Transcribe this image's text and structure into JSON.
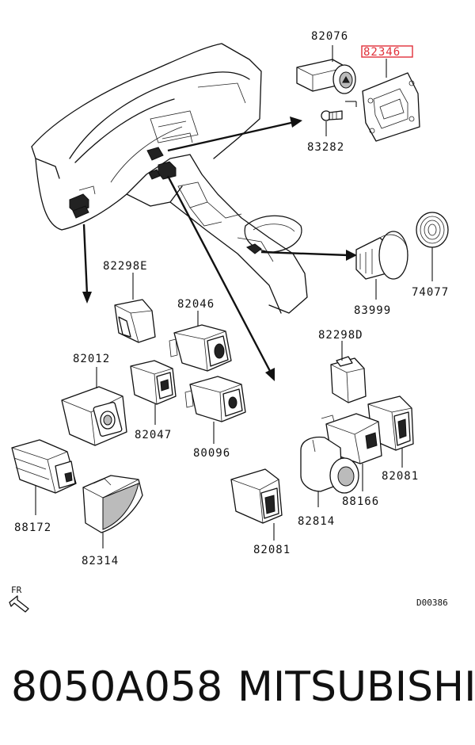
{
  "diagram": {
    "labels": {
      "p82076": "82076",
      "p82346": "82346",
      "p83282": "83282",
      "p82298E": "82298E",
      "p82046": "82046",
      "p82012": "82012",
      "p82047": "82047",
      "p80096": "80096",
      "p83999": "83999",
      "p74077": "74077",
      "p82298D": "82298D",
      "p82081a": "82081",
      "p88166": "88166",
      "p82814": "82814",
      "p82081b": "82081",
      "p88172": "88172",
      "p82314": "82314"
    },
    "direction_label": "FR",
    "drawing_code": "D00386",
    "highlight_color": "#e0303a"
  },
  "footer": {
    "part_number": "8050A058",
    "brand": "MITSUBISHI"
  }
}
